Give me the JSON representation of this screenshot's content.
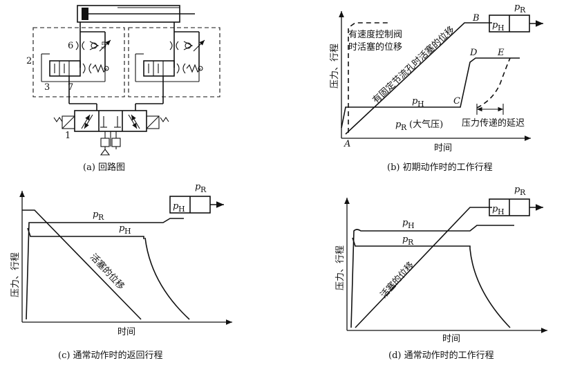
{
  "panel_a": {
    "caption": "(a) 回路图",
    "labels": {
      "n1": "1",
      "n2": "2",
      "n3": "3",
      "n5": "5",
      "n6": "6",
      "n7": "7"
    }
  },
  "panel_b": {
    "caption": "(b) 初期动作时的工作行程",
    "ylabel": "压力、行程",
    "xlabel": "时间",
    "annotations": {
      "speed_control": "有速度控制阀",
      "speed_control2": "时活塞的位移",
      "fixed_throttle": "有固定节流孔时活塞的位移",
      "delay": "压力传递的延迟",
      "atm": "(大气压)"
    },
    "points": {
      "A": "A",
      "B": "B",
      "C": "C",
      "D": "D",
      "E": "E"
    },
    "p_symbol": "p",
    "sub_H": "H",
    "sub_R": "R"
  },
  "panel_c": {
    "caption": "(c) 通常动作时的返回行程",
    "ylabel": "压力、行程",
    "xlabel": "时间",
    "displacement": "活塞的位移"
  },
  "panel_d": {
    "caption": "(d) 通常动作时的工作行程",
    "ylabel": "压力、行程",
    "xlabel": "时间",
    "displacement": "活塞的位移"
  }
}
